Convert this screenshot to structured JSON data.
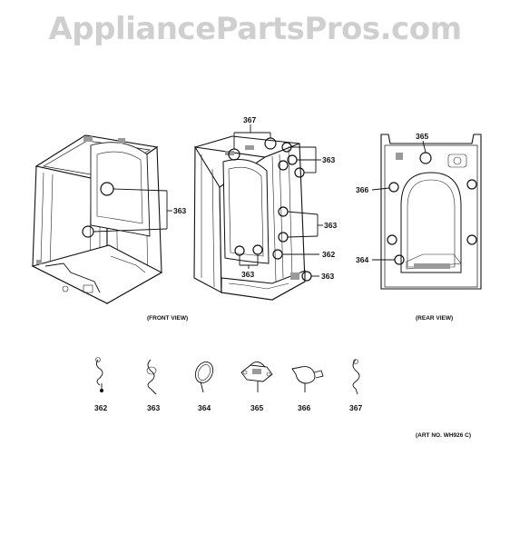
{
  "watermark": "AppliancePartsPros.com",
  "views": {
    "front": "(FRONT VIEW)",
    "rear": "(REAR VIEW)"
  },
  "callouts": {
    "c367_top": "367",
    "c363_left": "363",
    "c363_mid_upper": "363",
    "c363_mid_right": "363",
    "c362_mid": "362",
    "c363_mid_bottom": "363",
    "c363_mid_lower": "363",
    "c365_rear": "365",
    "c366_rear": "366",
    "c364_rear": "364"
  },
  "parts": [
    {
      "number": "362",
      "icon": "hose-clamp-icon"
    },
    {
      "number": "363",
      "icon": "wire-clamp-icon"
    },
    {
      "number": "364",
      "icon": "loop-clamp-icon"
    },
    {
      "number": "365",
      "icon": "bracket-clamp-icon"
    },
    {
      "number": "366",
      "icon": "cable-clamp-icon"
    },
    {
      "number": "367",
      "icon": "wire-holder-icon"
    }
  ],
  "art_number": "(ART NO. WH926 C)"
}
